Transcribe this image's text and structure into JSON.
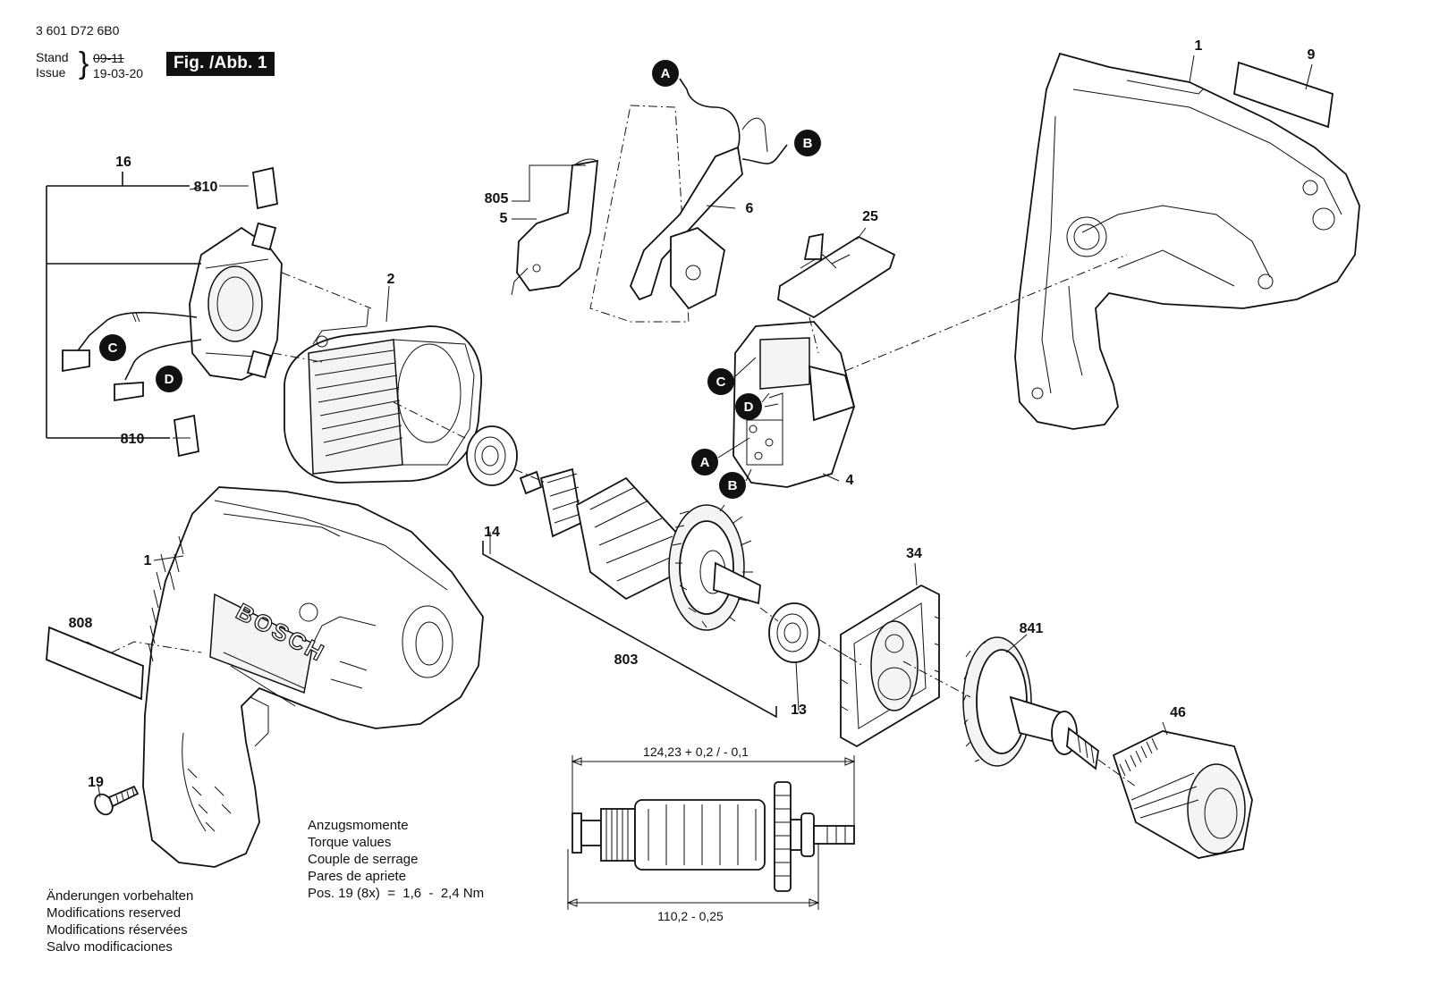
{
  "header": {
    "doc_number": "3 601 D72 6B0",
    "stand_label": "Stand",
    "issue_label": "Issue",
    "stand_date_old": "09-11",
    "issue_date": "19-03-20",
    "figure_label": "Fig. /Abb. 1"
  },
  "parts": [
    {
      "id": "p1a",
      "label": "1"
    },
    {
      "id": "p9",
      "label": "9"
    },
    {
      "id": "p16",
      "label": "16"
    },
    {
      "id": "p810a",
      "label": "810"
    },
    {
      "id": "p810b",
      "label": "810"
    },
    {
      "id": "p2",
      "label": "2"
    },
    {
      "id": "p805",
      "label": "805"
    },
    {
      "id": "p5",
      "label": "5"
    },
    {
      "id": "p6",
      "label": "6"
    },
    {
      "id": "p25",
      "label": "25"
    },
    {
      "id": "p4",
      "label": "4"
    },
    {
      "id": "p14",
      "label": "14"
    },
    {
      "id": "p803",
      "label": "803"
    },
    {
      "id": "p13",
      "label": "13"
    },
    {
      "id": "p34",
      "label": "34"
    },
    {
      "id": "p841",
      "label": "841"
    },
    {
      "id": "p46",
      "label": "46"
    },
    {
      "id": "p1b",
      "label": "1"
    },
    {
      "id": "p808",
      "label": "808"
    },
    {
      "id": "p19",
      "label": "19"
    }
  ],
  "connectors": {
    "A": "A",
    "B": "B",
    "C": "C",
    "D": "D"
  },
  "brand": "BOSCH",
  "dimensions": {
    "overall": "124,23 + 0,2 / - 0,1",
    "body": "110,2 - 0,25"
  },
  "torque_notes": [
    "Anzugsmomente",
    "Torque values",
    "Couple de serrage",
    "Pares de apriete",
    "Pos. 19 (8x)  =  1,6  -  2,4 Nm"
  ],
  "modification_notes": [
    "Änderungen vorbehalten",
    "Modifications reserved",
    "Modifications réservées",
    "Salvo modificaciones"
  ]
}
